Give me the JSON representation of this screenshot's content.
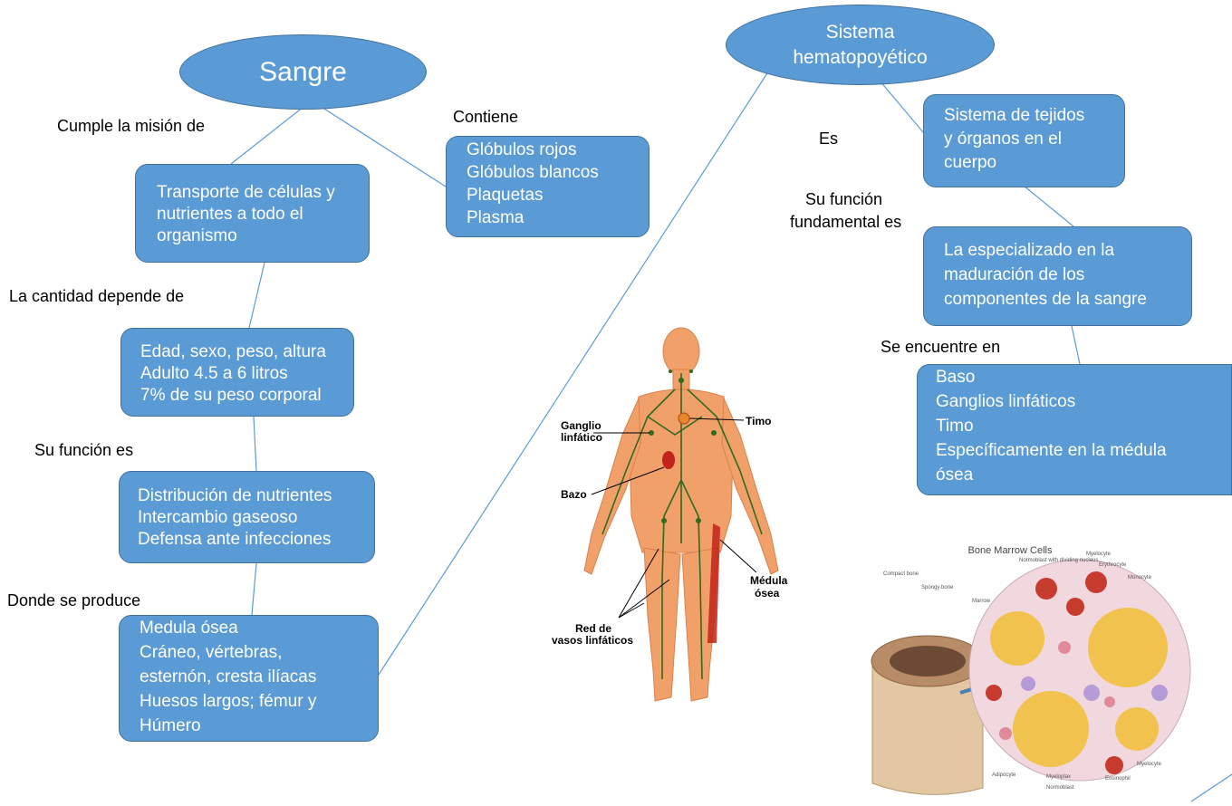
{
  "left": {
    "title": "Sangre",
    "label_mision": "Cumple la misión de",
    "box_mision": [
      "Transporte de células y",
      "nutrientes a todo el",
      "organismo"
    ],
    "label_contiene": "Contiene",
    "box_contiene": [
      "Glóbulos rojos",
      "Glóbulos blancos",
      "Plaquetas",
      "Plasma"
    ],
    "label_cantidad": "La cantidad depende de",
    "box_cantidad": [
      "Edad, sexo, peso, altura",
      "Adulto 4.5 a 6 litros",
      "7% de su peso corporal"
    ],
    "label_funcion": "Su función es",
    "box_funcion": [
      "Distribución de nutrientes",
      "Intercambio gaseoso",
      "Defensa ante infecciones"
    ],
    "label_produce": "Donde se produce",
    "box_produce": [
      "Medula ósea",
      "Cráneo, vértebras,",
      "esternón, cresta ilíacas",
      "Huesos largos; fémur y",
      "Húmero"
    ]
  },
  "right": {
    "title_line1": "Sistema",
    "title_line2": "hematopoyético",
    "label_es": "Es",
    "box_es": [
      "Sistema de tejidos",
      "y órganos en el",
      "cuerpo"
    ],
    "label_funcion_line1": "Su función",
    "label_funcion_line2": "fundamental es",
    "box_funcion": [
      "La especializado en la",
      "maduración de los",
      "componentes de la sangre"
    ],
    "label_encuentra": "Se encuentre en",
    "box_encuentra": [
      "Baso",
      "Ganglios linfáticos",
      "Timo",
      "Específicamente en la médula",
      "ósea"
    ]
  },
  "body_figure": {
    "labels": {
      "ganglio_1": "Ganglio",
      "ganglio_2": "linfático",
      "timo": "Timo",
      "bazo": "Bazo",
      "medula_1": "Médula",
      "medula_2": "ósea",
      "red_1": "Red de",
      "red_2": "vasos linfáticos"
    }
  },
  "marrow_figure": {
    "title": "Bone Marrow Cells",
    "labels": {
      "compact": "Compact bone",
      "spongy": "Spongy bone",
      "marrow": "Marrow",
      "normoblast_div": "Normoblast with dividing nucleus",
      "myelocyte_top": "Myelocyte",
      "erythrocyte": "Erythrocyte",
      "monocyte": "Monocyte",
      "myelocyte_right": "Myelocyte",
      "adipocyte": "Adipocyte",
      "myeloplax": "Myeloplax",
      "eosinophil": "Eosinophil",
      "normoblast": "Normoblast"
    }
  },
  "colors": {
    "node_fill": "#5b9bd5",
    "node_border": "#41719c",
    "connector": "#5b9bd5",
    "skin": "#f2a06a",
    "lymph": "#2f6b1e"
  }
}
